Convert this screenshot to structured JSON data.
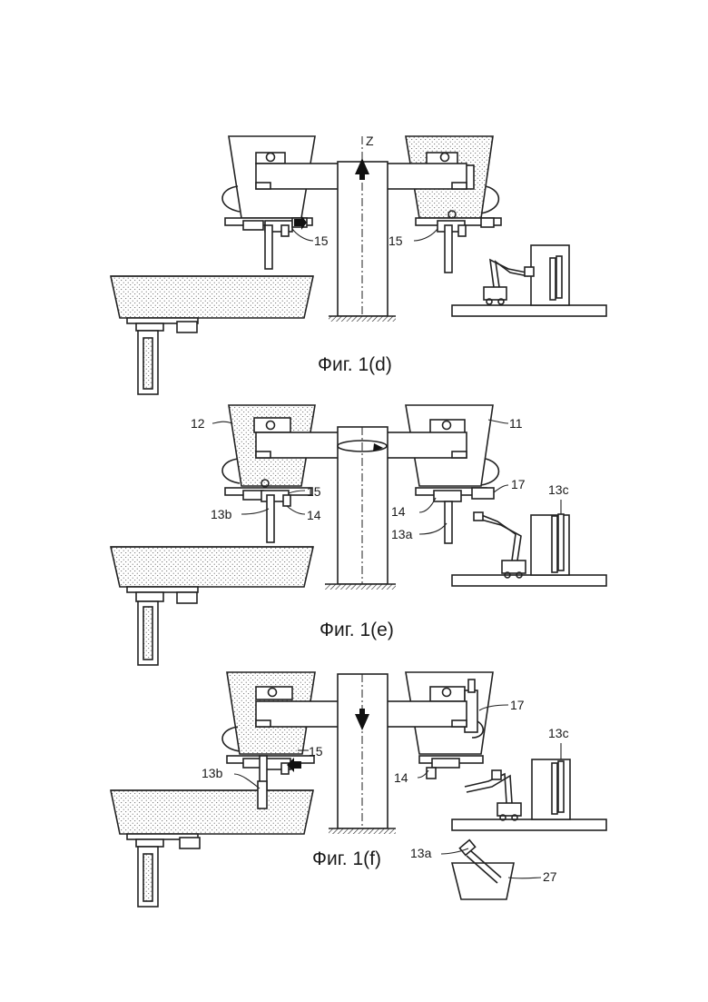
{
  "figures": [
    {
      "caption": "Фиг. 1(d)",
      "labels": {
        "axis": "Z",
        "left_gate": "15",
        "right_gate": "15"
      }
    },
    {
      "caption": "Фиг. 1(e)",
      "labels": {
        "left_tundish": "12",
        "right_tundish": "11",
        "gate_15": "15",
        "gate_14_left": "14",
        "nozzle_13b": "13b",
        "gate_14_right": "14",
        "nozzle_13a": "13a",
        "device_17": "17",
        "rack_13c": "13c"
      }
    },
    {
      "caption": "Фиг. 1(f)",
      "labels": {
        "gate_15": "15",
        "nozzle_13b": "13b",
        "device_17": "17",
        "gate_14": "14",
        "rack_13c": "13c",
        "nozzle_13a": "13a",
        "bin_27": "27"
      }
    }
  ]
}
